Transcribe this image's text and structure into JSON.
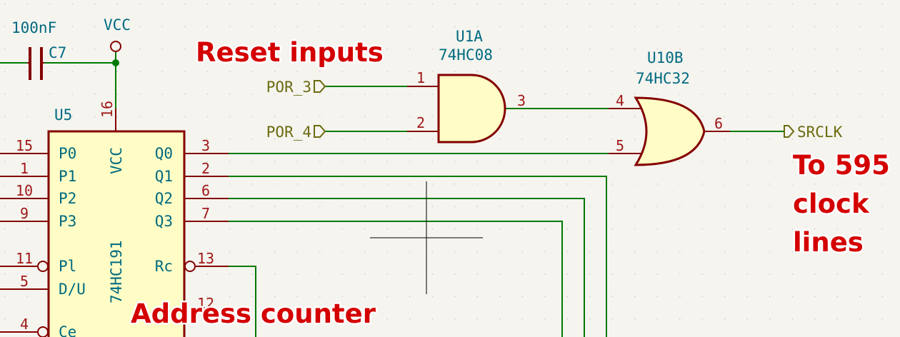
{
  "colors": {
    "background": "#f5f4ef",
    "wire": "#007a00",
    "component_outline": "#840000",
    "component_fill": "#fffdc5",
    "reference_text": "#006a80",
    "pin_number": "#a01818",
    "net_label": "#6b6b10",
    "annotation": "#d40000",
    "dot_grid": "#c8c8c8",
    "cursor": "#000000"
  },
  "capacitor": {
    "value": "100nF",
    "reference": "C7"
  },
  "power": {
    "name": "VCC"
  },
  "u5": {
    "reference": "U5",
    "part": "74HC191",
    "vcc_pin_label": "VCC",
    "vcc_pin_number": "16",
    "left_pins": [
      {
        "number": "15",
        "name": "P0"
      },
      {
        "number": "1",
        "name": "P1"
      },
      {
        "number": "10",
        "name": "P2"
      },
      {
        "number": "9",
        "name": "P3"
      },
      {
        "number": "11",
        "name": "Pl"
      },
      {
        "number": "5",
        "name": "D/U"
      },
      {
        "number": "4",
        "name": "Ce"
      }
    ],
    "right_pins": [
      {
        "number": "3",
        "name": "Q0"
      },
      {
        "number": "2",
        "name": "Q1"
      },
      {
        "number": "6",
        "name": "Q2"
      },
      {
        "number": "7",
        "name": "Q3"
      },
      {
        "number": "13",
        "name": "Rc"
      },
      {
        "number": "12",
        "name": ""
      }
    ]
  },
  "u1a": {
    "reference": "U1A",
    "part": "74HC08",
    "in1": "1",
    "in2": "2",
    "out": "3"
  },
  "u10b": {
    "reference": "U10B",
    "part": "74HC32",
    "in1": "4",
    "in2": "5",
    "out": "6"
  },
  "nets": {
    "por3": "POR_3",
    "por4": "POR_4",
    "srclk": "SRCLK"
  },
  "notes": {
    "reset": "Reset inputs",
    "address": "Address counter",
    "clock": [
      "To 595",
      "clock",
      "lines"
    ]
  }
}
